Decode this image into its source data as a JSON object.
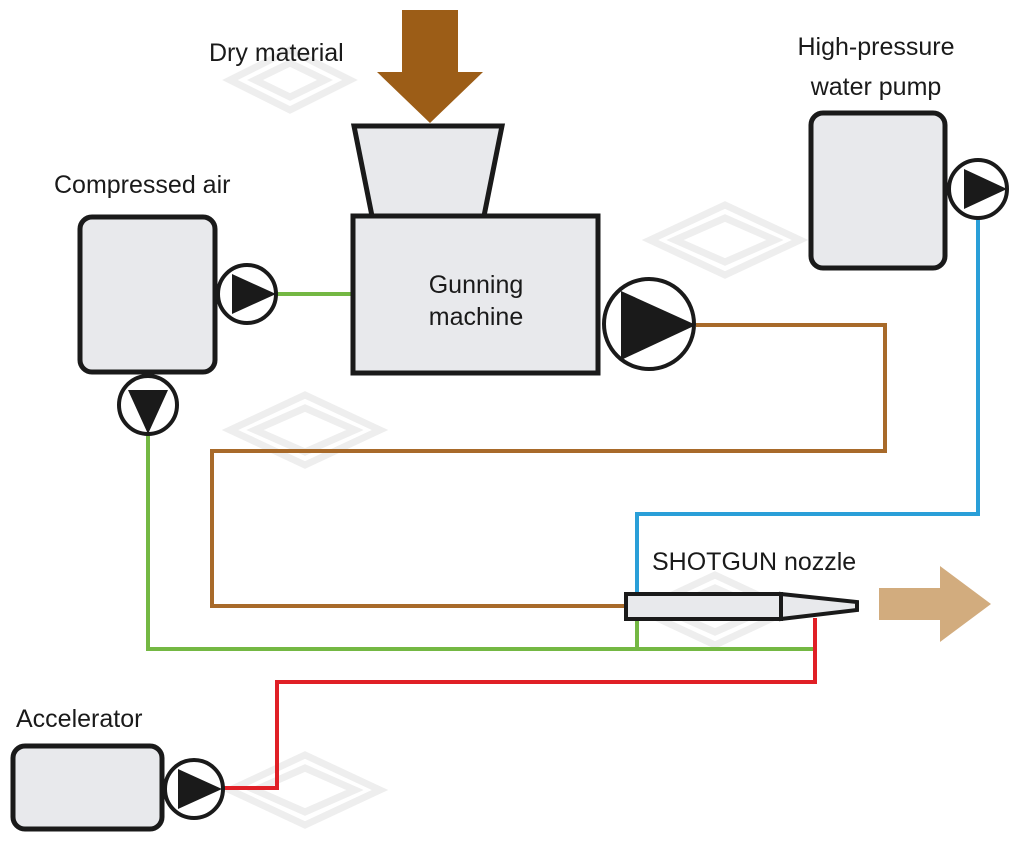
{
  "diagram": {
    "labels": {
      "dry_material": "Dry material",
      "compressed_air": "Compressed air",
      "gunning_machine_line1": "Gunning",
      "gunning_machine_line2": "machine",
      "water_pump_line1": "High-pressure",
      "water_pump_line2": "water pump",
      "nozzle": "SHOTGUN nozzle",
      "accelerator": "Accelerator"
    },
    "colors": {
      "dry_material": "#9c5d17",
      "material_line": "#a86a2a",
      "air_line": "#74b843",
      "water_line": "#2a9fd8",
      "accelerator_line": "#e01f26",
      "output": "#d2ac7e",
      "component_fill": "#e8e9ec"
    },
    "connections": [
      {
        "from": "Compressed air",
        "to": "Gunning machine",
        "medium": "air"
      },
      {
        "from": "Compressed air",
        "to": "SHOTGUN nozzle",
        "medium": "air"
      },
      {
        "from": "Gunning machine",
        "to": "SHOTGUN nozzle",
        "medium": "material"
      },
      {
        "from": "High-pressure water pump",
        "to": "SHOTGUN nozzle",
        "medium": "water"
      },
      {
        "from": "Accelerator",
        "to": "SHOTGUN nozzle",
        "medium": "accelerator"
      }
    ]
  }
}
